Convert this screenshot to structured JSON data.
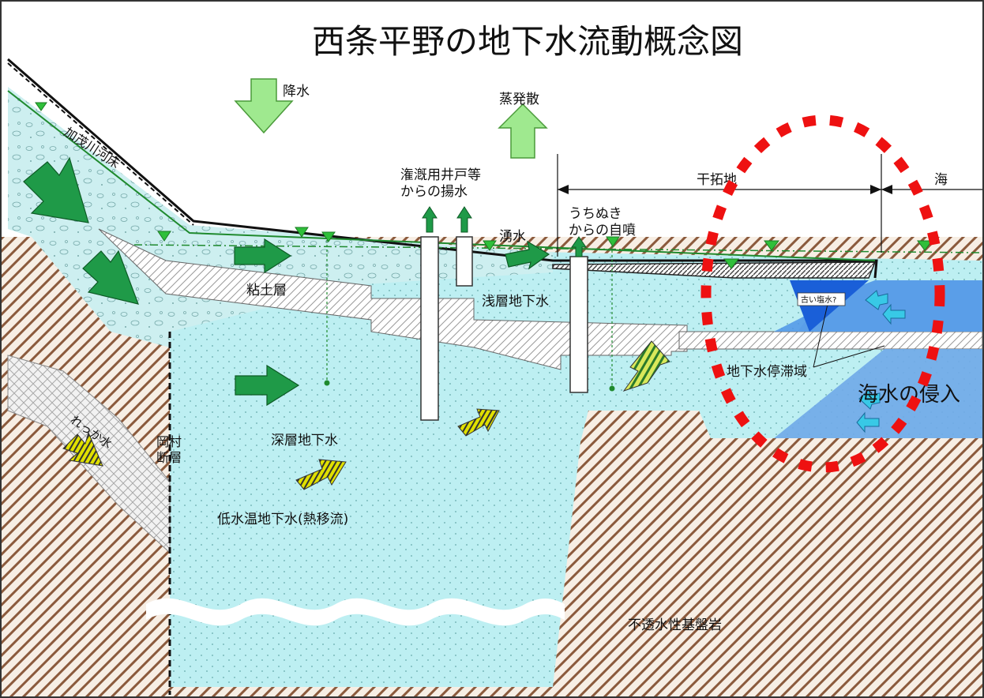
{
  "title": "西条平野の地下水流動概念図",
  "labels": {
    "precipitation": "降水",
    "evapotranspiration": "蒸発散",
    "kamo_riverbed": "加茂川河床",
    "irrigation_wells_1": "潅漑用井戸等",
    "irrigation_wells_2": "からの揚水",
    "spring": "湧水",
    "uchinuki_1": "うちぬき",
    "uchinuki_2": "からの自噴",
    "reclaimed_land": "干拓地",
    "sea": "海",
    "clay_layer": "粘土層",
    "shallow_groundwater": "浅層地下水",
    "old_saltwater": "古い塩水?",
    "stagnant_zone": "地下水停滞域",
    "seawater_intrusion": "海水の侵入",
    "rekka_water": "れっか水",
    "okamura_fault_1": "岡村",
    "okamura_fault_2": "断層",
    "deep_groundwater": "深層地下水",
    "low_temp_groundwater": "低水温地下水(熱移流)",
    "impermeable_bedrock": "不透水性基盤岩"
  },
  "colors": {
    "groundwater": "#bdeff2",
    "gravel": "#d4f2f2",
    "bedrock_hatch": "#8b5a3c",
    "flow_arrow": "#1f9a48",
    "precip_arrow": "#9fe98f",
    "heat_arrow": "#d6d600",
    "sea_blue": "#4d95e8",
    "seawater_arrow": "#38c9e6",
    "highlight_circle": "#ee1111"
  }
}
